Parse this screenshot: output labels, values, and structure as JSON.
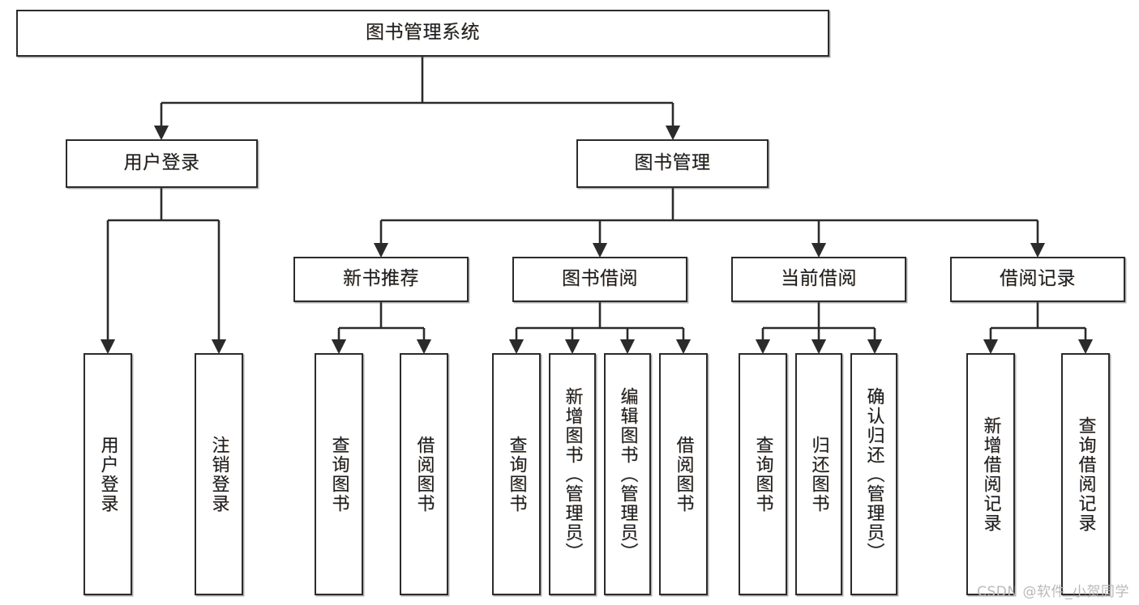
{
  "diagram": {
    "type": "hierarchy-tree",
    "title_node": "图书管理系统",
    "watermark": "CSDN @软件_小贺同学",
    "colors": {
      "box_border": "#2b2b2b",
      "box_fill": "#ffffff",
      "connector": "#2b2b2b",
      "text": "#1d1d1d",
      "watermark": "#b9b9b9"
    },
    "levels": {
      "level0": [
        {
          "id": "root",
          "label": "图书管理系统"
        }
      ],
      "level1": [
        {
          "id": "user-login",
          "label": "用户登录",
          "parent": "root"
        },
        {
          "id": "book-manage",
          "label": "图书管理",
          "parent": "root"
        }
      ],
      "level2": [
        {
          "id": "new-book-rec",
          "label": "新书推荐",
          "parent": "book-manage"
        },
        {
          "id": "book-borrow",
          "label": "图书借阅",
          "parent": "book-manage"
        },
        {
          "id": "current-borrow",
          "label": "当前借阅",
          "parent": "book-manage"
        },
        {
          "id": "borrow-record",
          "label": "借阅记录",
          "parent": "book-manage"
        }
      ],
      "level3": [
        {
          "id": "leaf-user-login",
          "label": "用户登录",
          "parent": "user-login"
        },
        {
          "id": "leaf-logout",
          "label": "注销登录",
          "parent": "user-login"
        },
        {
          "id": "leaf-query-book-1",
          "label": "查询图书",
          "parent": "new-book-rec"
        },
        {
          "id": "leaf-borrow-book-1",
          "label": "借阅图书",
          "parent": "new-book-rec"
        },
        {
          "id": "leaf-query-book-2",
          "label": "查询图书",
          "parent": "book-borrow"
        },
        {
          "id": "leaf-add-book",
          "label": "新增图书（管理员）",
          "parent": "book-borrow"
        },
        {
          "id": "leaf-edit-book",
          "label": "编辑图书（管理员）",
          "parent": "book-borrow"
        },
        {
          "id": "leaf-borrow-book-2",
          "label": "借阅图书",
          "parent": "book-borrow"
        },
        {
          "id": "leaf-query-book-3",
          "label": "查询图书",
          "parent": "current-borrow"
        },
        {
          "id": "leaf-return-book",
          "label": "归还图书",
          "parent": "current-borrow"
        },
        {
          "id": "leaf-confirm-return",
          "label": "确认归还（管理员）",
          "parent": "current-borrow"
        },
        {
          "id": "leaf-add-record",
          "label": "新增借阅记录",
          "parent": "borrow-record"
        },
        {
          "id": "leaf-query-record",
          "label": "查询借阅记录",
          "parent": "borrow-record"
        }
      ]
    }
  }
}
